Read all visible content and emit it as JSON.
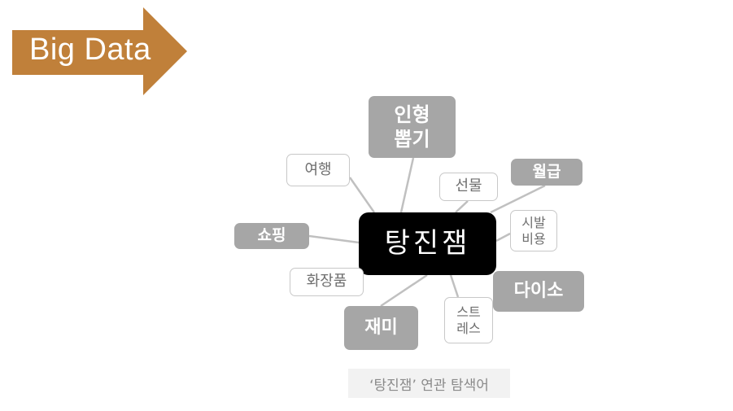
{
  "banner": {
    "label": "Big Data",
    "color": "#c0803a"
  },
  "diagram": {
    "center": {
      "label": "탕진잼"
    },
    "nodes": [
      {
        "id": "doll",
        "label": "인형\n뽑기",
        "style": "filled"
      },
      {
        "id": "travel",
        "label": "여행",
        "style": "outline"
      },
      {
        "id": "gift",
        "label": "선물",
        "style": "outline"
      },
      {
        "id": "salary",
        "label": "월급",
        "style": "filled"
      },
      {
        "id": "impulse",
        "label": "시발\n비용",
        "style": "outline"
      },
      {
        "id": "shopping",
        "label": "쇼핑",
        "style": "filled"
      },
      {
        "id": "cosmetics",
        "label": "화장품",
        "style": "outline"
      },
      {
        "id": "daiso",
        "label": "다이소",
        "style": "filled"
      },
      {
        "id": "stress",
        "label": "스트\n레스",
        "style": "outline"
      },
      {
        "id": "fun",
        "label": "재미",
        "style": "filled"
      }
    ],
    "colors": {
      "filled": "#a6a6a6",
      "outline_border": "#c8c8c8",
      "center": "#000000",
      "link": "#c0c0c0"
    }
  },
  "caption": {
    "label": "‘탕진잼’ 연관 탐색어"
  }
}
